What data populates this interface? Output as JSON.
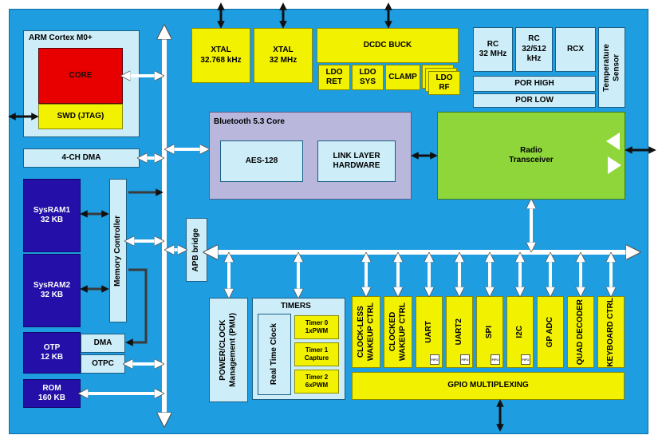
{
  "cpu": {
    "title": "ARM Cortex M0+",
    "core": "CORE",
    "swd": "SWD (JTAG)"
  },
  "dma4": "4-CH DMA",
  "memory": {
    "sysram1_name": "SysRAM1",
    "sysram1_size": "32 KB",
    "sysram2_name": "SysRAM2",
    "sysram2_size": "32 KB",
    "controller": "Memory Controller",
    "otp_name": "OTP",
    "otp_size": "12 KB",
    "dma": "DMA",
    "otpc": "OTPC",
    "rom_name": "ROM",
    "rom_size": "160 KB"
  },
  "apb": "APB bridge",
  "clocks": {
    "xtal1_name": "XTAL",
    "xtal1_freq": "32.768 kHz",
    "xtal2_name": "XTAL",
    "xtal2_freq": "32 MHz",
    "dcdc": "DCDC BUCK",
    "ldo_ret_1": "LDO",
    "ldo_ret_2": "RET",
    "ldo_sys_1": "LDO",
    "ldo_sys_2": "SYS",
    "clamp": "CLAMP",
    "ldo_rf_1": "LDO",
    "ldo_rf_2": "RF",
    "rc1_name": "RC",
    "rc1_freq": "32 MHz",
    "rc2_name": "RC",
    "rc2_freq_1": "32/512",
    "rc2_freq_2": "kHz",
    "rcx": "RCX",
    "temp_1": "Temperature",
    "temp_2": "Sensor",
    "por_high": "POR HIGH",
    "por_low": "POR LOW"
  },
  "bt": {
    "title": "Bluetooth 5.3 Core",
    "aes": "AES-128",
    "link_1": "LINK LAYER",
    "link_2": "HARDWARE"
  },
  "radio": {
    "line1": "Radio",
    "line2": "Transceiver"
  },
  "pmu": {
    "line1": "POWER/CLOCK",
    "line2": "Management (PMU)"
  },
  "timers": {
    "title": "TIMERS",
    "rtc": "Real Time Clock",
    "t0_1": "Timer 0",
    "t0_2": "1xPWM",
    "t1_1": "Timer 1",
    "t1_2": "Capture",
    "t2_1": "Timer 2",
    "t2_2": "6xPWM"
  },
  "peripherals": {
    "clockless_1": "CLOCK-LESS",
    "clockless_2": "WAKEUP CTRL",
    "clocked_1": "CLOCKED",
    "clocked_2": "WAKEUP CTRL",
    "uart": "UART",
    "uart2": "UART2",
    "spi": "SPI",
    "i2c": "I2C",
    "gpadc": "GP ADC",
    "quad": "QUAD DECODER",
    "keyboard": "KEYBOARD CTRL",
    "fifo": "FIFO"
  },
  "gpio": "GPIO MULTIPLEXING",
  "colors": {
    "background": "#1e9de0",
    "yellow": "#f2f200",
    "navy": "#2410a8",
    "green": "#8fd63b",
    "red": "#e80000",
    "lavender": "#b9b7dc"
  }
}
